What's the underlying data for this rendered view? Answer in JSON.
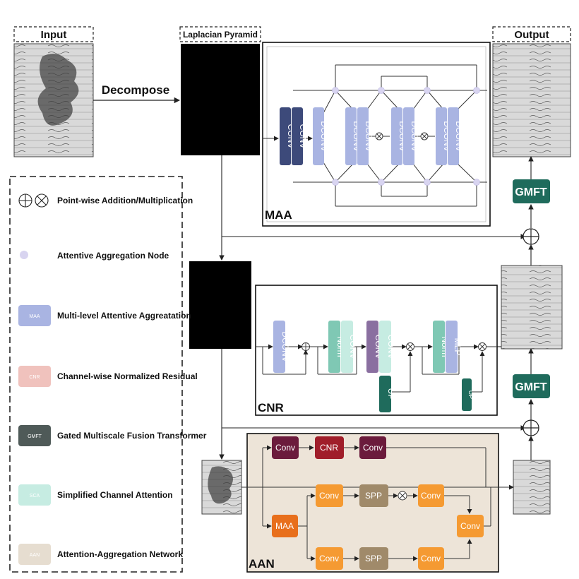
{
  "headers": {
    "input": "Input",
    "pyramid": "Laplacian Pyramid",
    "output": "Output",
    "decompose": "Decompose"
  },
  "modules": {
    "maa": "MAA",
    "cnr": "CNR",
    "aan": "AAN",
    "gmft": "GMFT"
  },
  "maa_blocks": {
    "conv": "CONV",
    "dconv": "DCONV"
  },
  "cnr_blocks": {
    "dconv": "DCONV",
    "norm": "Norm",
    "conv": "CONV",
    "mlp": "MLP",
    "up": "UP"
  },
  "aan_blocks": {
    "conv": "Conv",
    "cnr": "CNR",
    "maa": "MAA",
    "spp": "SPP"
  },
  "legend": {
    "items": [
      {
        "label": "Point-wise Addition/Multiplication"
      },
      {
        "label": "Attentive Aggregation Node"
      },
      {
        "label": "Multi-level Attentive Aggreatation",
        "swatch": "MAA"
      },
      {
        "label": "Channel-wise Normalized Residual",
        "swatch": "CNR"
      },
      {
        "label": "Gated Multiscale Fusion Transformer",
        "swatch": "GMFT"
      },
      {
        "label": "Simplified Channel Attention",
        "swatch": "SCA"
      },
      {
        "label": "Attention-Aggregation Network",
        "swatch": "AAN"
      }
    ]
  },
  "colors": {
    "maa_dark": "#3d4a7a",
    "maa_light": "#a9b4e2",
    "cnr_norm": "#7fc8b4",
    "cnr_sca": "#c6ece2",
    "cnr_conv": "#8a6fa0",
    "mlp": "#a9b4e2",
    "up": "#1f6b5c",
    "gmft": "#1f6b5c",
    "aan_conv_dark": "#6b1b3c",
    "aan_cnr": "#a01e2a",
    "aan_orange": "#f59a32",
    "aan_maa": "#e86f1c",
    "aan_spp": "#a08a6a",
    "aan_bg": "#ede4d8",
    "legend_maa": "#a9b4e2",
    "legend_cnr": "#f0c2bd",
    "legend_gmft": "#4f5a58",
    "legend_sca": "#c6ece2",
    "legend_aan": "#e6ddd0",
    "node": "#d8d4f0"
  }
}
